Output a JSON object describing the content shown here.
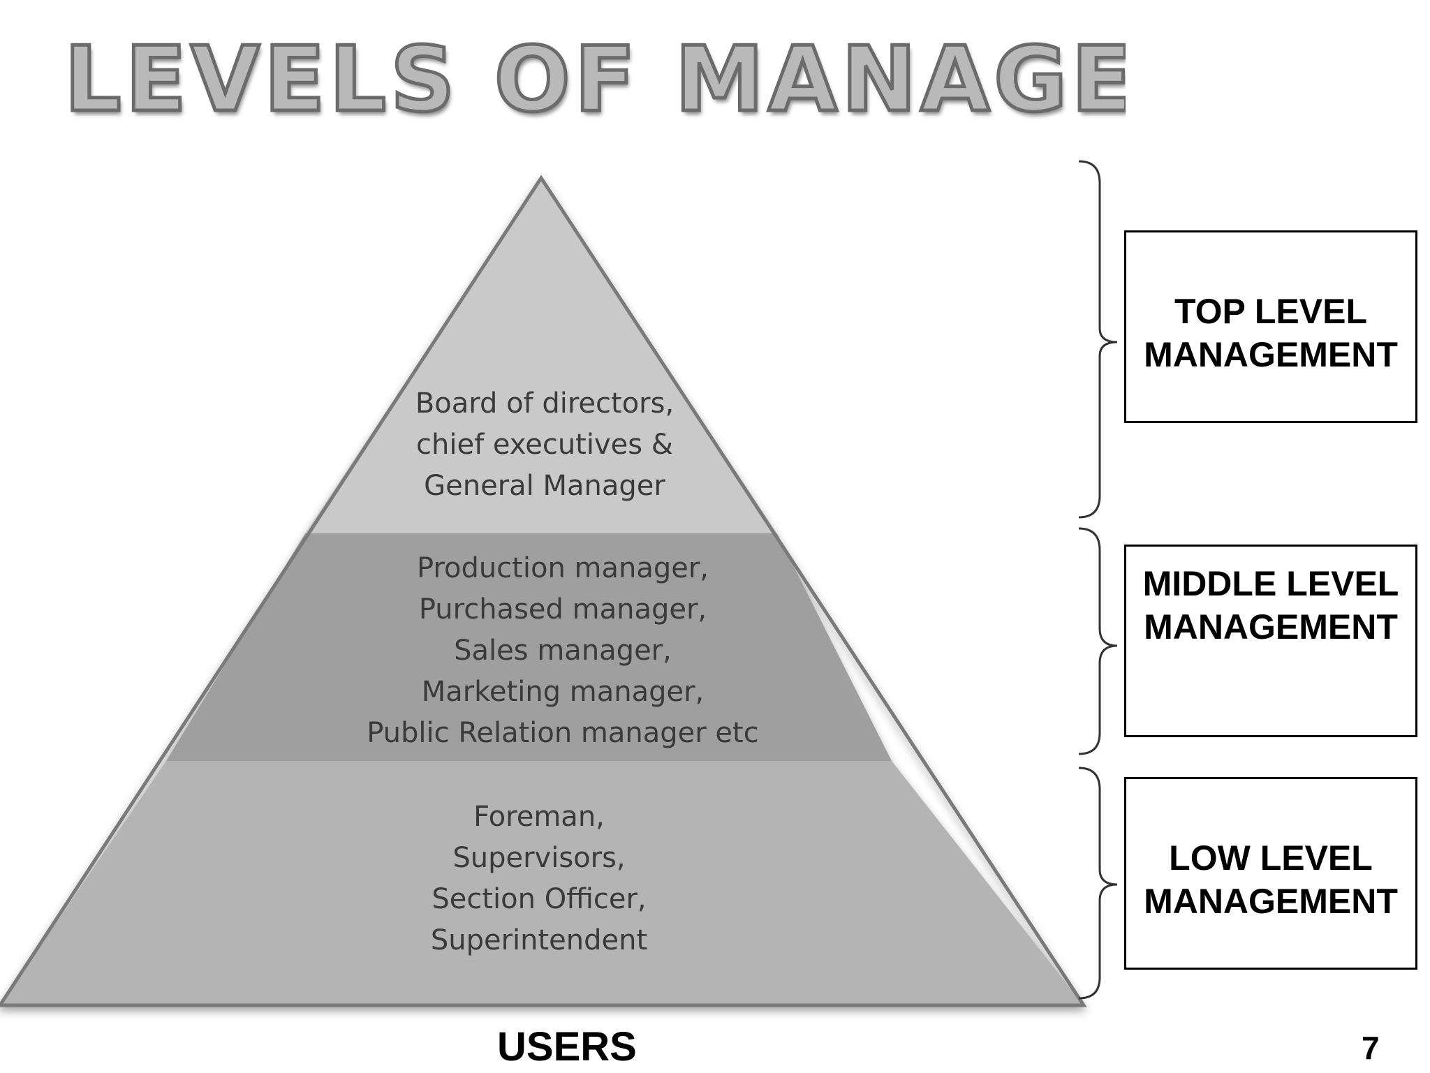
{
  "slide": {
    "title": "LEVELS OF MANAGEMENT",
    "tiers": [
      {
        "lines": [
          "Board of directors,",
          "chief executives &",
          "General Manager"
        ]
      },
      {
        "lines": [
          "Production manager,",
          "Purchased manager,",
          "Sales manager,",
          "Marketing manager,",
          "Public Relation manager etc"
        ]
      },
      {
        "lines": [
          "Foreman,",
          "Supervisors,",
          "Section Officer,",
          "Superintendent"
        ]
      }
    ],
    "levels": [
      {
        "line1": "TOP LEVEL",
        "line2": "MANAGEMENT"
      },
      {
        "line1": "MIDDLE LEVEL",
        "line2": "MANAGEMENT"
      },
      {
        "line1": "LOW LEVEL",
        "line2": "MANAGEMENT"
      }
    ],
    "base_label": "USERS",
    "page_number": "7"
  },
  "colors": {
    "tier_top": "#c9c9c9",
    "tier_middle": "#9f9f9f",
    "tier_bottom": "#b4b4b4",
    "outline": "#7a7a7a",
    "text": "#3a3a3a"
  }
}
